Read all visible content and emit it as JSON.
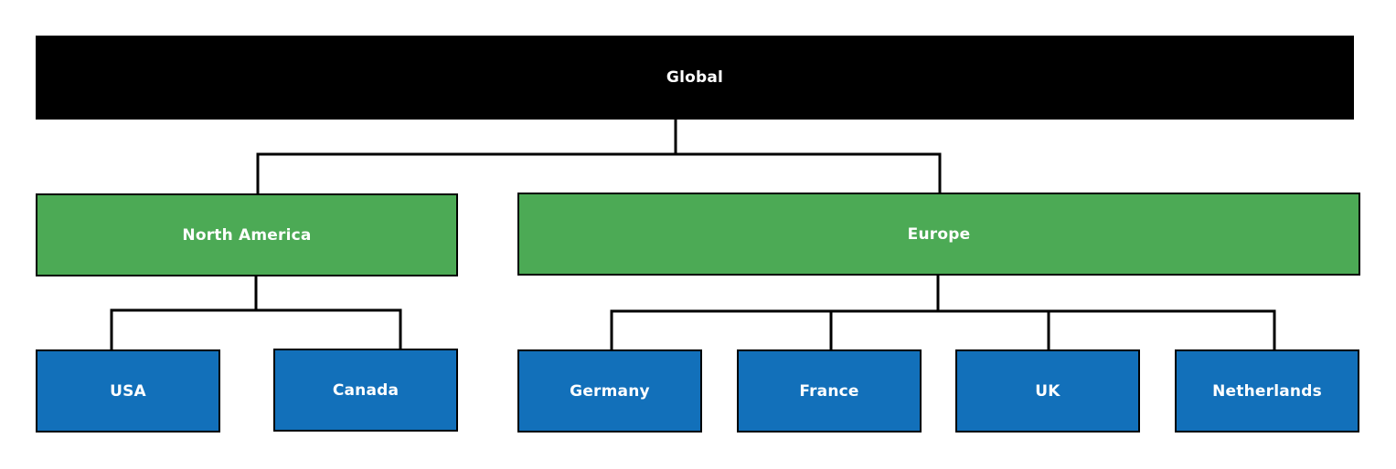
{
  "diagram": {
    "colors": {
      "root": "#000000",
      "region": "#4CAA55",
      "country": "#1270BA",
      "connector": "#000000",
      "text": "#ffffff"
    },
    "root": {
      "label": "Global"
    },
    "regions": [
      {
        "label": "North America"
      },
      {
        "label": "Europe"
      }
    ],
    "countries": [
      {
        "label": "USA",
        "region": "North America"
      },
      {
        "label": "Canada",
        "region": "North America"
      },
      {
        "label": "Germany",
        "region": "Europe"
      },
      {
        "label": "France",
        "region": "Europe"
      },
      {
        "label": "UK",
        "region": "Europe"
      },
      {
        "label": "Netherlands",
        "region": "Europe"
      }
    ]
  }
}
